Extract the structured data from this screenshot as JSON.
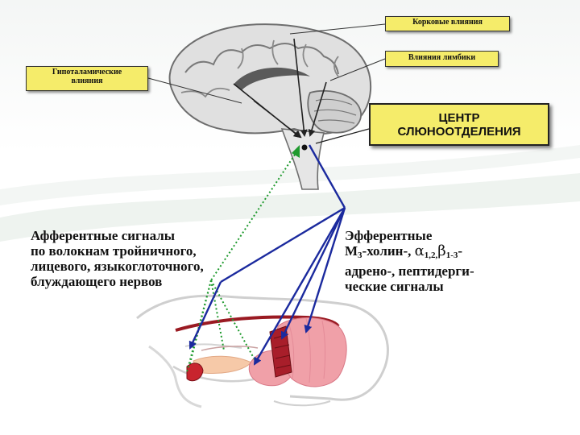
{
  "labels": {
    "cortex": "Корковые влияния",
    "limbic": "Влияния лимбики",
    "hypothalamic_line1": "Гипоталамические",
    "hypothalamic_line2": "влияния",
    "center_line1": "ЦЕНТР",
    "center_line2": "СЛЮНООТДЕЛЕНИЯ"
  },
  "afferent": {
    "line1": "Афферентные сигналы",
    "line2": "по волокнам тройничного,",
    "line3": "лицевого, языкоглоточного,",
    "line4": "блуждающего нервов"
  },
  "efferent": {
    "line1": "Эфферентные",
    "line2_a": "М",
    "line2_sub1": "3",
    "line2_b": "-холин-, ",
    "line2_alpha": "α",
    "line2_sub2": "1,2,",
    "line2_beta": "β",
    "line2_sub3": "1-3",
    "line2_c": "-",
    "line3": "адрено-, пептидерги-",
    "line4": "ческие сигналы"
  },
  "colors": {
    "box_fill": "#f5ec6a",
    "efferent_arrow": "#1b2a9e",
    "afferent_arrow": "#1f9a2e",
    "brain": "#8c8c8c",
    "gland": "#f0a0a8",
    "gland_dark": "#a81e2a"
  }
}
